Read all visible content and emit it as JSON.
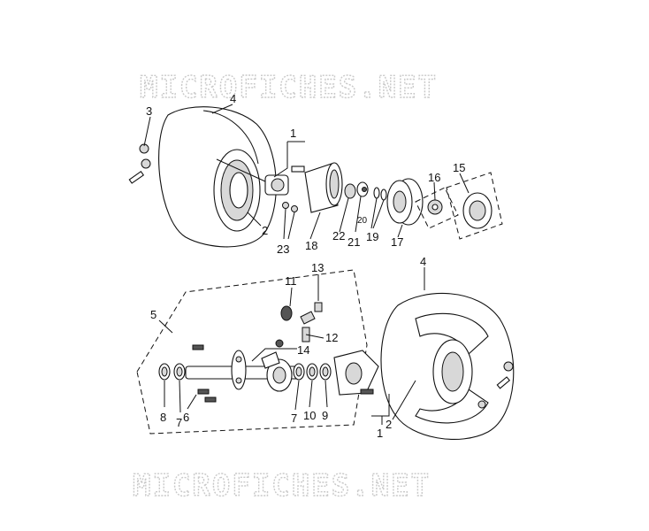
{
  "watermark": {
    "top": "MICROFICHES.NET",
    "bottom": "MICROFICHES.NET"
  },
  "callouts": {
    "top": [
      "3",
      "4",
      "1",
      "2",
      "23",
      "18",
      "22",
      "21",
      "20",
      "19",
      "17",
      "16",
      "15"
    ],
    "bottom": [
      "5",
      "11",
      "13",
      "12",
      "14",
      "8",
      "7",
      "6",
      "7",
      "10",
      "9",
      "4",
      "2",
      "1"
    ]
  }
}
